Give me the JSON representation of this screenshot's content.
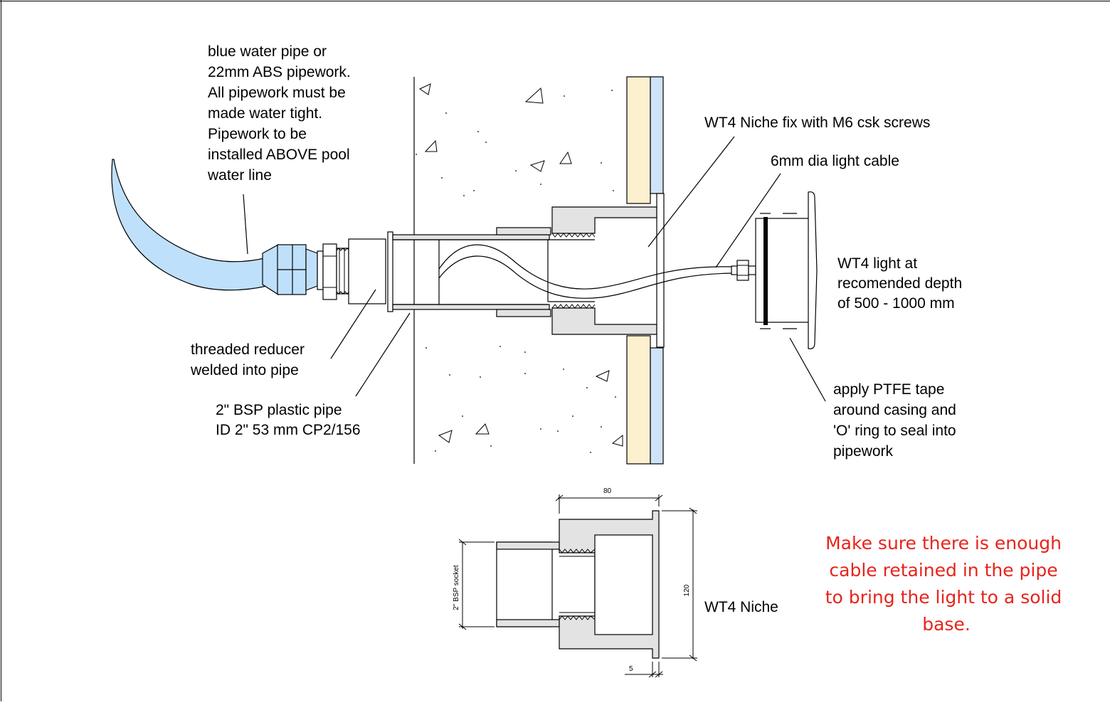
{
  "labels": {
    "water_pipe": [
      "blue water pipe or",
      "22mm ABS pipework.",
      "All pipework must be",
      "made water tight.",
      "Pipework to be",
      "installed ABOVE pool",
      "water line"
    ],
    "niche_fix": "WT4 Niche fix with M6 csk screws",
    "light_cable": "6mm dia light cable",
    "light_depth": [
      "WT4 light at",
      "recomended depth",
      "of 500 - 1000 mm"
    ],
    "reducer": [
      "threaded reducer",
      "welded into pipe"
    ],
    "bsp_pipe": [
      "2\" BSP plastic pipe",
      "ID 2\" 53 mm CP2/156"
    ],
    "ptfe": [
      "apply PTFE tape",
      "around casing and",
      "'O' ring to seal into",
      "pipework"
    ]
  },
  "detail": {
    "title": "WT4 Niche",
    "dim_width": "80",
    "dim_height": "120",
    "dim_flange": "5",
    "dim_socket": "2\" BSP socket"
  },
  "warning": [
    "Make sure there is enough",
    "cable retained in the pipe",
    "to bring the light to a solid",
    "base."
  ],
  "colors": {
    "water_pipe_fill": "#bfe0fa",
    "render_layer": "#fdf0cf",
    "tile_layer": "#cfe3f7",
    "metal_fill": "#e3e3e3",
    "warning_text": "#e8231b"
  }
}
